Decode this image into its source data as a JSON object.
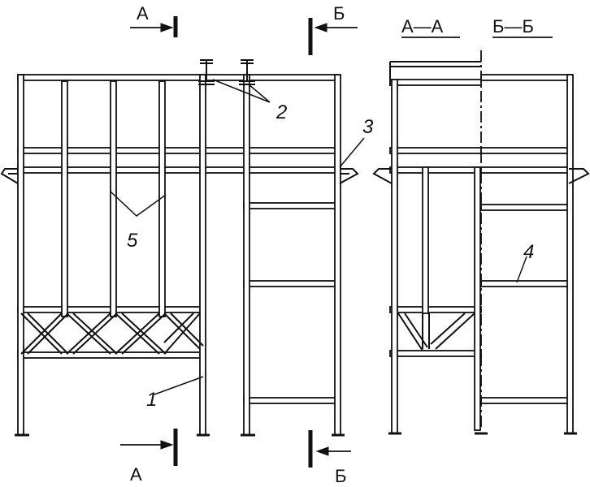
{
  "section_marks": {
    "top_left": "А",
    "top_right": "Б",
    "bottom_left": "А",
    "bottom_right": "Б"
  },
  "view_titles": {
    "left": "А—А",
    "right": "Б—Б"
  },
  "callouts": {
    "n1": "1",
    "n2": "2",
    "n3": "3",
    "n4": "4",
    "n5": "5"
  },
  "colors": {
    "line": "#111111",
    "pipe_fill": "#ffffff",
    "background": "#ffffff"
  }
}
